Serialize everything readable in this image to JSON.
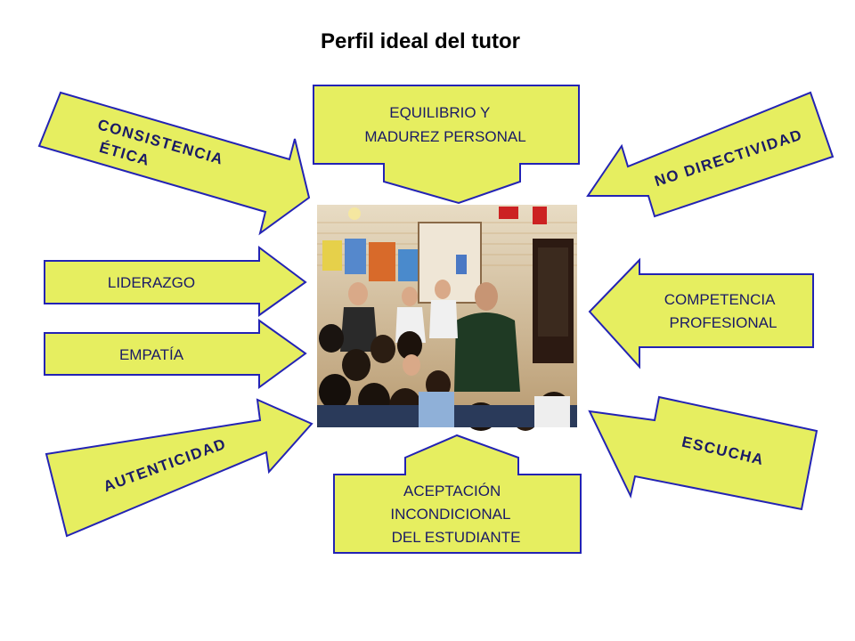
{
  "title": "Perfil ideal del tutor",
  "colors": {
    "arrow_fill": "#E6EE60",
    "arrow_stroke": "#2323B4",
    "label_text": "#1A1A66"
  },
  "photo": {
    "description_icon": "classroom-photo"
  },
  "items": {
    "equilibrio": [
      "EQUILIBRIO Y",
      "MADUREZ PERSONAL"
    ],
    "consistencia": [
      "CONSISTENCIA",
      "ÉTICA"
    ],
    "no_directividad": "NO DIRECTIVIDAD",
    "liderazgo": "LIDERAZGO",
    "empatia": "EMPATÍA",
    "competencia": [
      "COMPETENCIA",
      "PROFESIONAL"
    ],
    "autenticidad": "AUTENTICIDAD",
    "escucha": "ESCUCHA",
    "aceptacion": [
      "ACEPTACIÓN",
      "INCONDICIONAL",
      "DEL ESTUDIANTE"
    ]
  }
}
